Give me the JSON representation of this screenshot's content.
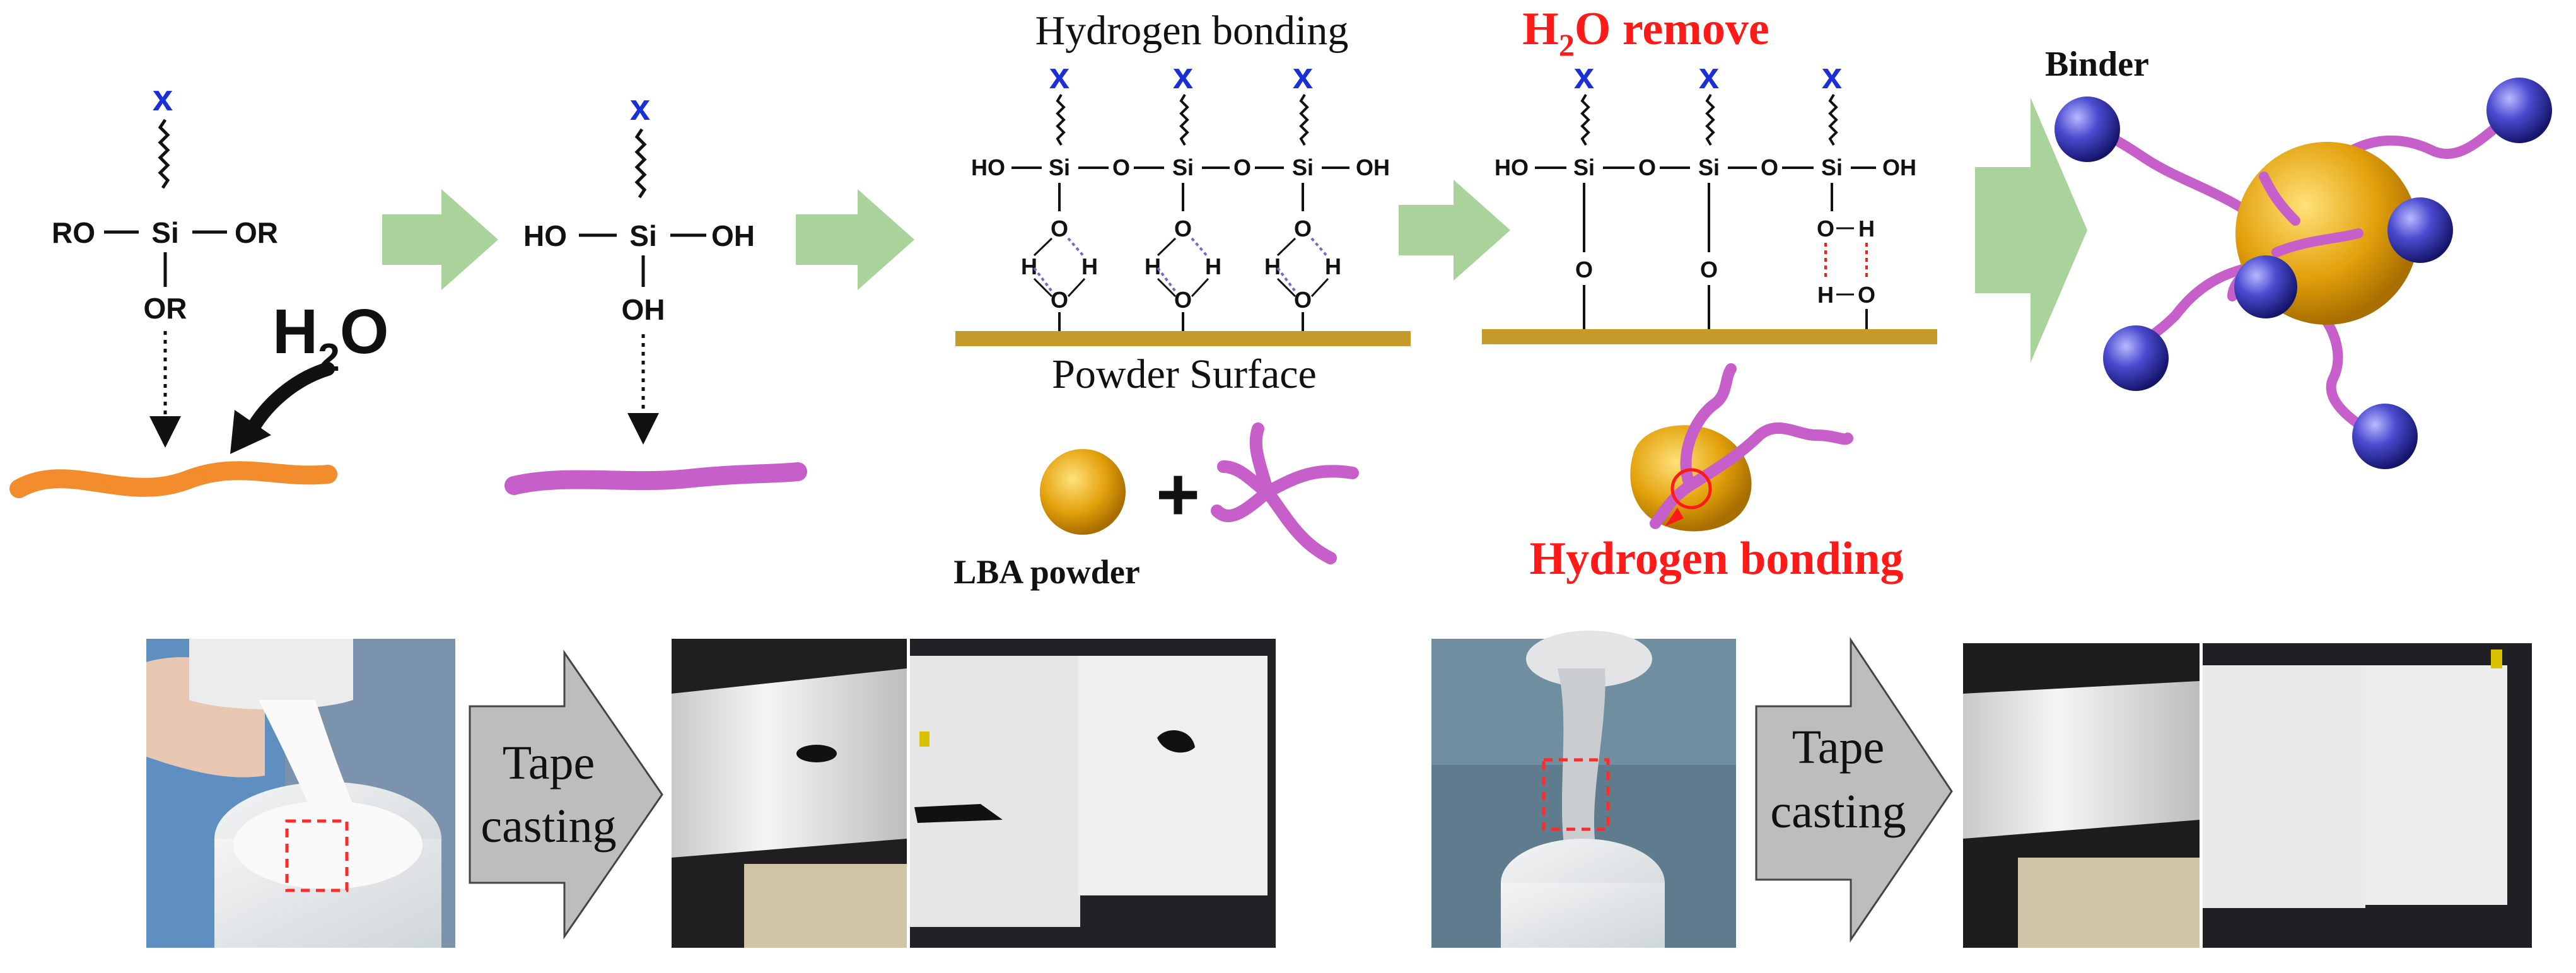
{
  "labels": {
    "x_mark": "x",
    "ro": "RO",
    "or": "OR",
    "si": "Si",
    "ho": "HO",
    "oh": "OH",
    "o": "O",
    "h": "H",
    "h2o_h": "H",
    "h2o_sub": "2",
    "h2o_o": "O",
    "hydrogen_bonding_top": "Hydrogen bonding",
    "powder_surface": "Powder Surface",
    "h2o_remove_h": "H",
    "h2o_remove_sub": "2",
    "h2o_remove_rest": "O remove",
    "binder": "Binder",
    "lba_powder": "LBA powder",
    "plus": "+",
    "hydrogen_bonding_red": "Hydrogen bonding",
    "tape_line1": "Tape",
    "tape_line2": "casting"
  },
  "colors": {
    "arrow_green": "#a9d39a",
    "chain_orange": "#f28c2c",
    "chain_magenta": "#c65fc9",
    "surface_gold": "#c59a2a",
    "powder_gold": "#e0a010",
    "binder_end_blue": "#3a3ab0",
    "x_blue": "#1a2fd6",
    "hbond_red": "#ff1a1a",
    "hbond_blue": "#6a6ad8",
    "gray_arrow": "#bdbdbd"
  },
  "icons": {
    "process_arrow": "green-right-arrow-icon",
    "gray_arrow": "gray-right-arrow-icon"
  }
}
